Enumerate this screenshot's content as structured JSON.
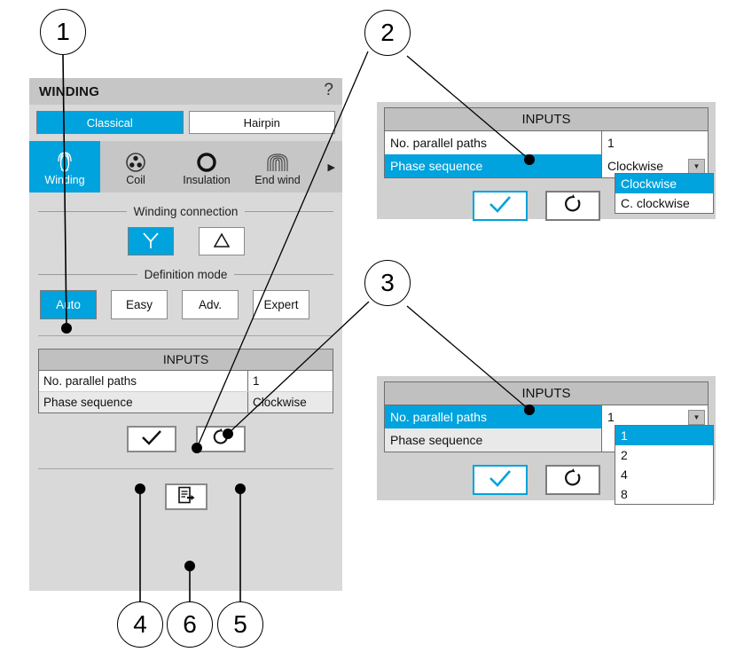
{
  "window": {
    "title": "WINDING",
    "help_icon": "?"
  },
  "type_tabs": [
    {
      "label": "Classical",
      "active": true
    },
    {
      "label": "Hairpin",
      "active": false
    }
  ],
  "icon_tabs": [
    {
      "label": "Winding",
      "icon": "winding-icon",
      "active": true
    },
    {
      "label": "Coil",
      "icon": "coil-icon",
      "active": false
    },
    {
      "label": "Insulation",
      "icon": "insulation-icon",
      "active": false
    },
    {
      "label": "End wind",
      "icon": "end-winding-icon",
      "active": false
    }
  ],
  "tab_overflow_arrow": "▶",
  "winding_connection": {
    "title": "Winding connection",
    "options": [
      {
        "label": "Y",
        "icon": "wye-icon",
        "active": true
      },
      {
        "label": "△",
        "icon": "delta-icon",
        "active": false
      }
    ]
  },
  "definition_mode": {
    "title": "Definition mode",
    "options": [
      {
        "label": "Auto",
        "active": true
      },
      {
        "label": "Easy",
        "active": false
      },
      {
        "label": "Adv.",
        "active": false
      },
      {
        "label": "Expert",
        "active": false
      }
    ]
  },
  "main_inputs": {
    "header": "INPUTS",
    "rows": [
      {
        "key": "No. parallel paths",
        "value": "1",
        "selected": false
      },
      {
        "key": "Phase sequence",
        "value": "Clockwise",
        "selected": false
      }
    ],
    "confirm_icon": "check-icon",
    "reset_icon": "reset-icon",
    "export_icon": "export-icon"
  },
  "popup_phase_sequence": {
    "header": "INPUTS",
    "rows": [
      {
        "key": "No. parallel paths",
        "value": "1",
        "selected": false,
        "combo": false
      },
      {
        "key": "Phase sequence",
        "value": "Clockwise",
        "selected": true,
        "combo": true
      }
    ],
    "dropdown_options": [
      {
        "label": "Clockwise",
        "selected": true
      },
      {
        "label": "C. clockwise",
        "selected": false
      }
    ],
    "confirm_icon": "check-icon",
    "reset_icon": "reset-icon"
  },
  "popup_parallel_paths": {
    "header": "INPUTS",
    "rows": [
      {
        "key": "No. parallel paths",
        "value": "1",
        "selected": true,
        "combo": true
      },
      {
        "key": "Phase sequence",
        "value": "",
        "selected": false,
        "combo": false
      }
    ],
    "dropdown_options": [
      {
        "label": "1",
        "selected": true
      },
      {
        "label": "2",
        "selected": false
      },
      {
        "label": "4",
        "selected": false
      },
      {
        "label": "8",
        "selected": false
      }
    ],
    "confirm_icon": "check-icon",
    "reset_icon": "reset-icon"
  },
  "callouts": [
    {
      "number": "1"
    },
    {
      "number": "2"
    },
    {
      "number": "3"
    },
    {
      "number": "4"
    },
    {
      "number": "6"
    },
    {
      "number": "5"
    }
  ],
  "colors": {
    "accent_blue": "#00a3dd",
    "panel_gray": "#d9d9d9",
    "titlebar_gray": "#c6c6c6",
    "row_alt_gray": "#e9e9e9"
  }
}
